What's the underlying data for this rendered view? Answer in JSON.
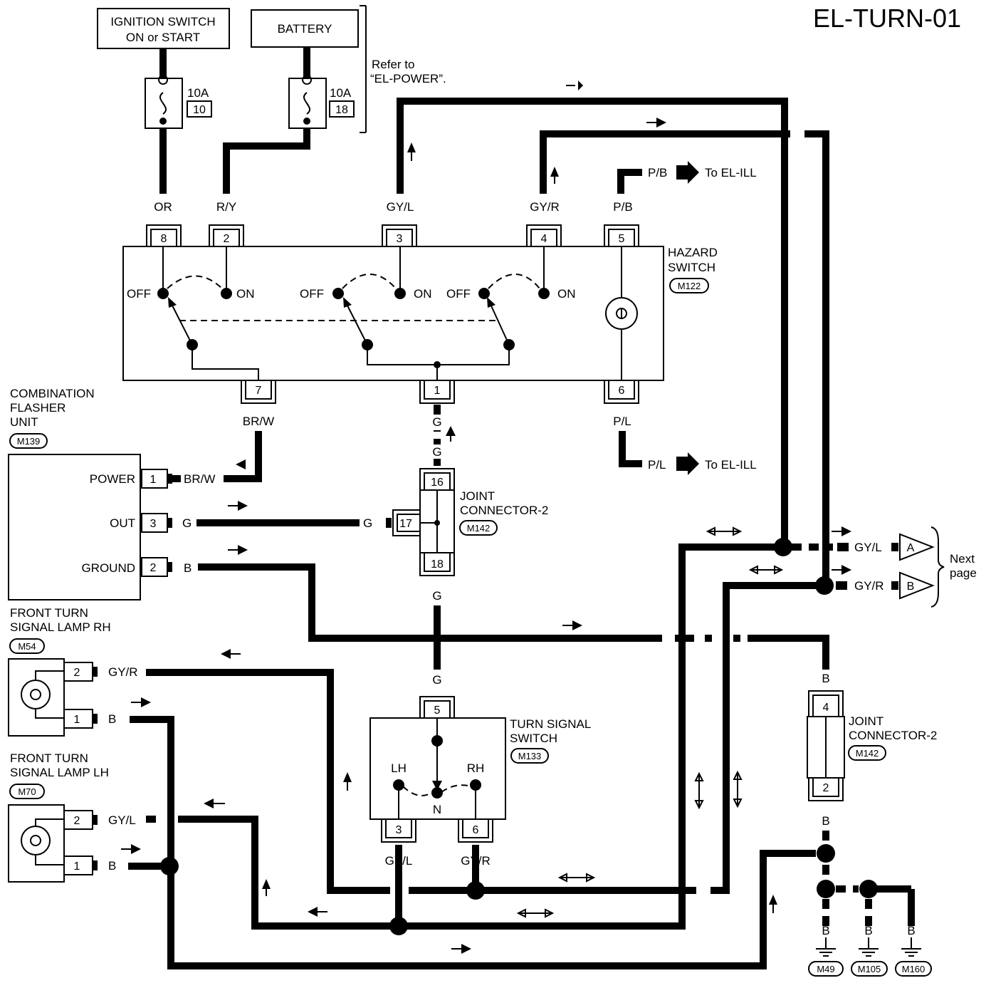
{
  "title": "EL-TURN-01",
  "sources": {
    "ignition_line1": "IGNITION SWITCH",
    "ignition_line2": "ON or START",
    "battery": "BATTERY",
    "fuse_ign_amp": "10A",
    "fuse_ign_no": "10",
    "fuse_bat_amp": "10A",
    "fuse_bat_no": "18",
    "refer_line1": "Refer to",
    "refer_line2": "“EL-POWER”."
  },
  "hazard_switch": {
    "name_line1": "HAZARD",
    "name_line2": "SWITCH",
    "connector": "M122",
    "pins": [
      "8",
      "2",
      "3",
      "4",
      "5",
      "7",
      "1",
      "6"
    ],
    "wires": [
      "OR",
      "R/Y",
      "GY/L",
      "GY/R",
      "P/B",
      "BR/W",
      "G",
      "P/L"
    ],
    "positions": [
      "OFF",
      "ON"
    ],
    "to_ill_top": "To EL-ILL",
    "to_ill_bottom": "To EL-ILL",
    "pb_label": "P/B",
    "pl_label": "P/L"
  },
  "flasher": {
    "name_line1": "COMBINATION",
    "name_line2": "FLASHER",
    "name_line3": "UNIT",
    "connector": "M139",
    "terminals": [
      {
        "label": "POWER",
        "pin": "1",
        "wire": "BR/W"
      },
      {
        "label": "OUT",
        "pin": "3",
        "wire": "G"
      },
      {
        "label": "GROUND",
        "pin": "2",
        "wire": "B"
      }
    ]
  },
  "joint_connector_top": {
    "name_line1": "JOINT",
    "name_line2": "CONNECTOR-2",
    "connector": "M142",
    "pins": [
      "16",
      "17",
      "18"
    ],
    "wire_in": "G",
    "wire_top": "G",
    "wire_top2": "G",
    "wire_bottom": "G",
    "wire_bottom2": "G"
  },
  "joint_connector_bottom": {
    "name_line1": "JOINT",
    "name_line2": "CONNECTOR-2",
    "connector": "M142",
    "pins": [
      "4",
      "2"
    ],
    "wire_top": "B",
    "wire_bottom": "B"
  },
  "turn_signal_switch": {
    "name_line1": "TURN SIGNAL",
    "name_line2": "SWITCH",
    "connector": "M133",
    "pins": [
      "5",
      "3",
      "6"
    ],
    "lh": "LH",
    "rh": "RH",
    "n": "N",
    "wire_left": "GY/L",
    "wire_right": "GY/R"
  },
  "front_rh": {
    "name_line1": "FRONT TURN",
    "name_line2": "SIGNAL LAMP RH",
    "connector": "M54",
    "pins": [
      "2",
      "1"
    ],
    "wires": [
      "GY/R",
      "B"
    ]
  },
  "front_lh": {
    "name_line1": "FRONT TURN",
    "name_line2": "SIGNAL LAMP LH",
    "connector": "M70",
    "pins": [
      "2",
      "1"
    ],
    "wires": [
      "GY/L",
      "B"
    ]
  },
  "next_page": {
    "a_wire": "GY/L",
    "a_label": "A",
    "b_wire": "GY/R",
    "b_label": "B",
    "line1": "Next",
    "line2": "page"
  },
  "grounds": {
    "wires": [
      "B",
      "B",
      "B"
    ],
    "connectors": [
      "M49",
      "M105",
      "M160"
    ]
  }
}
